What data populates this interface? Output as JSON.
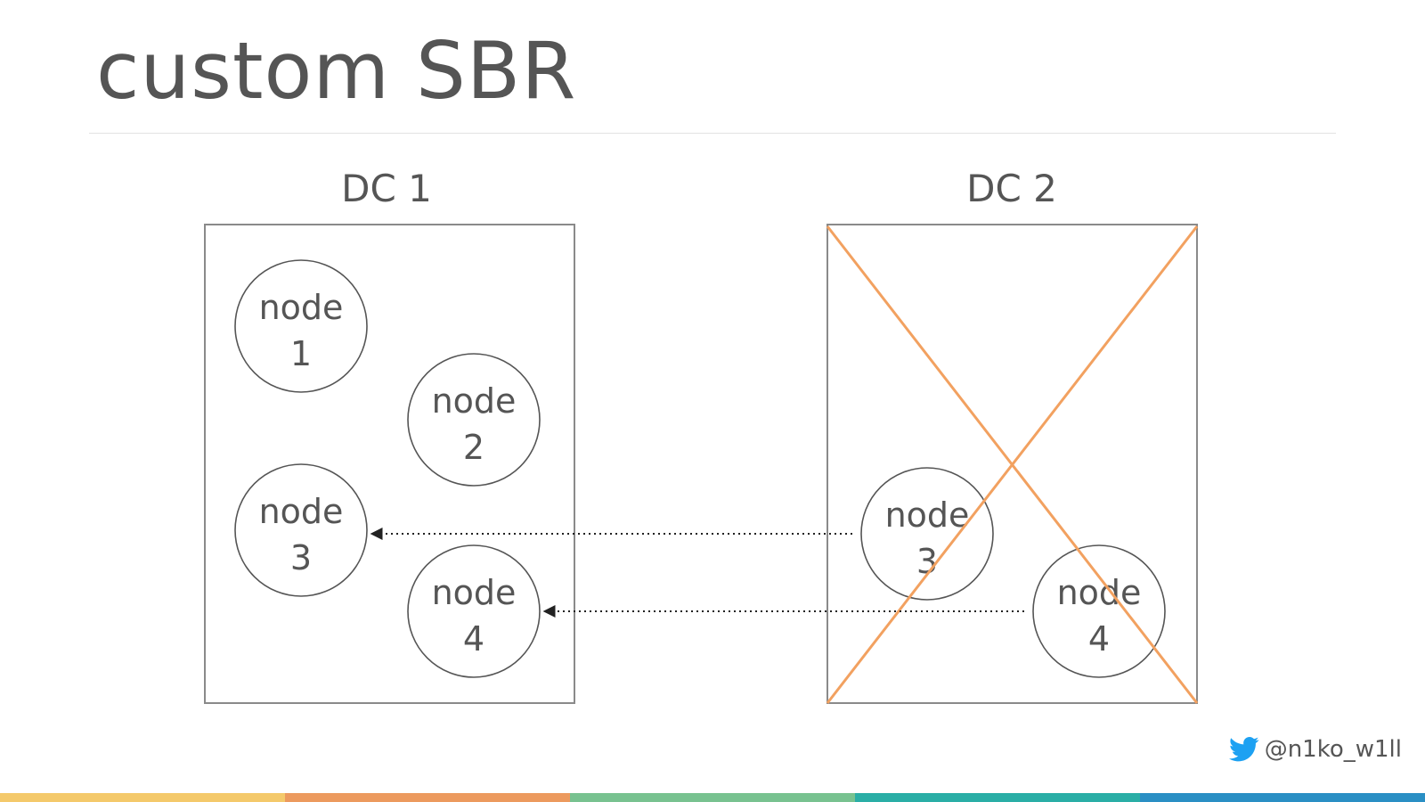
{
  "slide": {
    "title": "custom SBR",
    "footer_handle": "@n1ko_w1ll"
  },
  "datacenters": [
    {
      "label": "DC 1",
      "nodes": [
        {
          "label": "node",
          "number": "1"
        },
        {
          "label": "node",
          "number": "2"
        },
        {
          "label": "node",
          "number": "3"
        },
        {
          "label": "node",
          "number": "4"
        }
      ]
    },
    {
      "label": "DC 2",
      "crossed_out": true,
      "nodes": [
        {
          "label": "node",
          "number": "3"
        },
        {
          "label": "node",
          "number": "4"
        }
      ]
    }
  ],
  "migrations": [
    {
      "from": "DC 2 node 3",
      "to": "DC 1 node 3"
    },
    {
      "from": "DC 2 node 4",
      "to": "DC 1 node 4"
    }
  ],
  "colors": {
    "text": "#555555",
    "box_border": "#8a8a8a",
    "node_border": "#555555",
    "cross": "#f2a160",
    "twitter": "#1da1f2",
    "stripes": [
      "#f4c96b",
      "#ec9a5e",
      "#78c290",
      "#2aaea6",
      "#2a8fc4"
    ]
  },
  "icons": {
    "footer": "twitter-bird-icon"
  }
}
